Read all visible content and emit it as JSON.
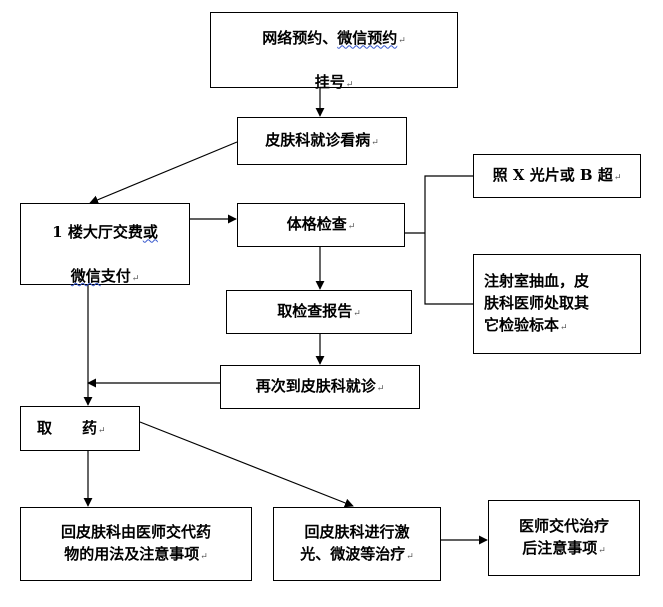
{
  "nodes": {
    "register": {
      "line1_a": "网络预约、",
      "line1_b": "微信预约",
      "line2": "挂号"
    },
    "visit": {
      "text": "皮肤科就诊看病"
    },
    "pay": {
      "line1_a": "1 楼大厅交费",
      "line1_b": "或",
      "line2_a": "微信",
      "line2_b": "支付"
    },
    "exam": {
      "text": "体格检查"
    },
    "xray": {
      "text": "照 X 光片或 B 超"
    },
    "blood": {
      "text": "注射室抽血，皮\n肤科医师处取其\n它检验标本"
    },
    "report": {
      "text": "取检查报告"
    },
    "revisit": {
      "text": "再次到皮肤科就诊"
    },
    "medicine": {
      "text": "取　　药"
    },
    "instruct": {
      "text": "回皮肤科由医师交代药\n物的用法及注意事项"
    },
    "laser": {
      "text": "回皮肤科进行激\n光、微波等治疗"
    },
    "aftercare": {
      "text": "医师交代治疗\n后注意事项"
    }
  },
  "paragraph_mark": "↵"
}
